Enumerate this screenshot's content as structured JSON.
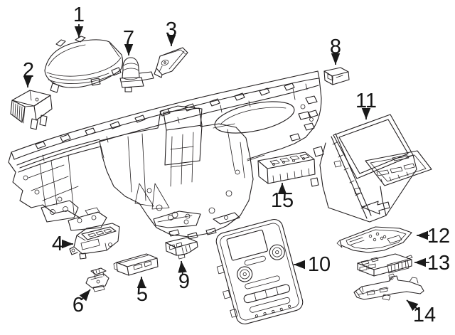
{
  "page": {
    "background": "#ffffff"
  },
  "diagram": {
    "type": "exploded-parts-diagram",
    "subject": "instrument-panel-cluster-and-switches",
    "line_color": "#231f20",
    "label_color": "#151515",
    "callouts": [
      {
        "label": "1"
      },
      {
        "label": "2"
      },
      {
        "label": "3"
      },
      {
        "label": "4"
      },
      {
        "label": "5"
      },
      {
        "label": "6"
      },
      {
        "label": "7"
      },
      {
        "label": "8"
      },
      {
        "label": "9"
      },
      {
        "label": "10"
      },
      {
        "label": "11"
      },
      {
        "label": "12"
      },
      {
        "label": "13"
      },
      {
        "label": "14"
      },
      {
        "label": "15"
      }
    ]
  }
}
